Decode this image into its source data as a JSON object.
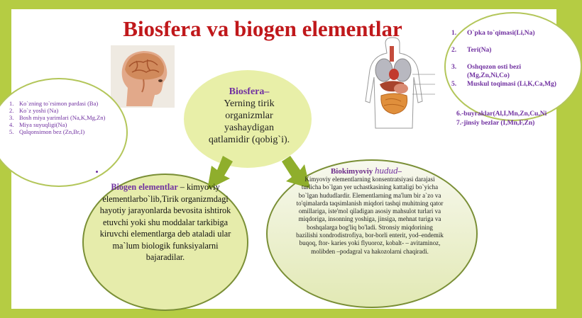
{
  "title": "Biosfera va biogen elementlar",
  "left_list": [
    {
      "num": "1.",
      "text": "Ko`zning to`rsimon pardasi (Ba)"
    },
    {
      "num": "2.",
      "text": "Ko`z yoshi (Na)"
    },
    {
      "num": "3.",
      "text": "Bosh miya yarimlari (Na,K,Mg,Zn)"
    },
    {
      "num": "4.",
      "text": "Miya suyuqligi(Na)"
    },
    {
      "num": "5.",
      "text": "Qalqonsimon bez (Zn,Br,I)"
    }
  ],
  "right_list": [
    {
      "num": "1.",
      "text": "O`pka to`qimasi(Li,Na)"
    },
    {
      "num": "2.",
      "text": "Teri(Na)"
    },
    {
      "num": "3.",
      "text": "Oshqozon osti bezi"
    },
    {
      "num": "",
      "text": "(Mg,Zn,Ni,Co)"
    },
    {
      "num": "5.",
      "text": "Muskul toqimasi (Li,K,Ca,Mg)"
    }
  ],
  "right_extra": [
    "6.-buyraklar(Al,I,Mn,Zn,Cu,Ni",
    "7.-jinsiy bezlar (I,Mn,F,Zn)"
  ],
  "center": {
    "heading": "Biosfera–",
    "text": "Yerning tirik organizmlar yashaydigan qatlamidir (qobig`i)."
  },
  "biogen": {
    "heading": "Biogen elementlar",
    "text": " – kimyoviy elementlarbo`lib,Tirik organizmdagi hayotiy jarayonlarda bevosita ishtirok etuvchi yoki shu moddalar tarkibiga kiruvchi elementlarga deb ataladi ular ma`lum biologik funksiyalarni bajaradilar."
  },
  "biokimyoviy": {
    "heading": "Biokimyoviy ",
    "heading_italic": "hudud",
    "heading_end": "–",
    "text": "Kimyoviy elementlarning konsentratsiyasi darajasi turlicha bo`lgan yer uchastkasining kattaligi bo`yicha bo`lgan hududlardir. Elementlarning ma'lum bir a`zo va to'qimalarda taqsimlanish miqdori tashqi muhitning qator omillariga, iste'mol qiladigan asosiy mahsulot turlari va miqdoriga, insonning yoshiga, jinsiga, mehnat turiga va boshqalarga bog'liq bo'ladi. Stronsiy miqdorining bazilishi xondrodistrofiya, bor-borli enterit, yod–endemik buqoq, ftor- karies yoki flyuoroz, kobalt- – avitaminoz, molibden –podagral va hakozolarni chaqiradi."
  },
  "colors": {
    "frame": "#b5cc43",
    "title": "#c0181b",
    "accent": "#7030a0",
    "ellipse_fill": "#e6ecab",
    "arrow": "#8fae2c"
  },
  "images": [
    "human-head-brain-image",
    "human-anatomy-organs-image"
  ]
}
